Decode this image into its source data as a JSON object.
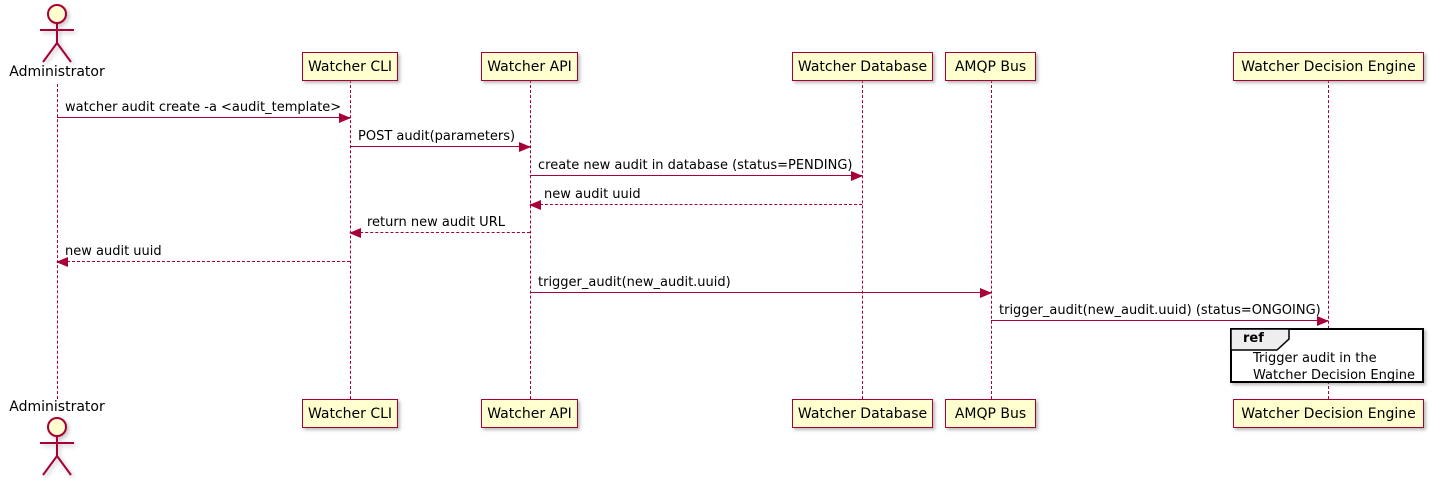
{
  "diagram_type": "sequence-diagram",
  "participants": [
    {
      "name": "Administrator",
      "kind": "actor"
    },
    {
      "name": "Watcher CLI",
      "kind": "participant"
    },
    {
      "name": "Watcher API",
      "kind": "participant"
    },
    {
      "name": "Watcher Database",
      "kind": "participant"
    },
    {
      "name": "AMQP Bus",
      "kind": "participant"
    },
    {
      "name": "Watcher Decision Engine",
      "kind": "participant"
    }
  ],
  "messages": [
    {
      "from": "Administrator",
      "to": "Watcher CLI",
      "label": "watcher audit create -a <audit_template>",
      "line": "solid",
      "direction": "right"
    },
    {
      "from": "Watcher CLI",
      "to": "Watcher API",
      "label": "POST audit(parameters)",
      "line": "solid",
      "direction": "right"
    },
    {
      "from": "Watcher API",
      "to": "Watcher Database",
      "label": "create new audit in database (status=PENDING)",
      "line": "solid",
      "direction": "right"
    },
    {
      "from": "Watcher Database",
      "to": "Watcher API",
      "label": "new audit uuid",
      "line": "dashed",
      "direction": "left"
    },
    {
      "from": "Watcher API",
      "to": "Watcher CLI",
      "label": "return new audit URL",
      "line": "dashed",
      "direction": "left"
    },
    {
      "from": "Watcher CLI",
      "to": "Administrator",
      "label": "new audit uuid",
      "line": "dashed",
      "direction": "left"
    },
    {
      "from": "Watcher API",
      "to": "AMQP Bus",
      "label": "trigger_audit(new_audit.uuid)",
      "line": "solid",
      "direction": "right"
    },
    {
      "from": "AMQP Bus",
      "to": "Watcher Decision Engine",
      "label": "trigger_audit(new_audit.uuid) (status=ONGOING)",
      "line": "solid",
      "direction": "right"
    }
  ],
  "ref_fragment": {
    "keyword": "ref",
    "over": "Watcher Decision Engine",
    "text_lines": [
      "Trigger audit in the",
      "Watcher Decision Engine"
    ]
  },
  "colors": {
    "participant_fill": "#FEFECE",
    "stroke": "#A80036",
    "text": "#000000",
    "ref_tab_fill": "#EEEEEE",
    "ref_border": "#000000",
    "background": "#FFFFFF"
  }
}
